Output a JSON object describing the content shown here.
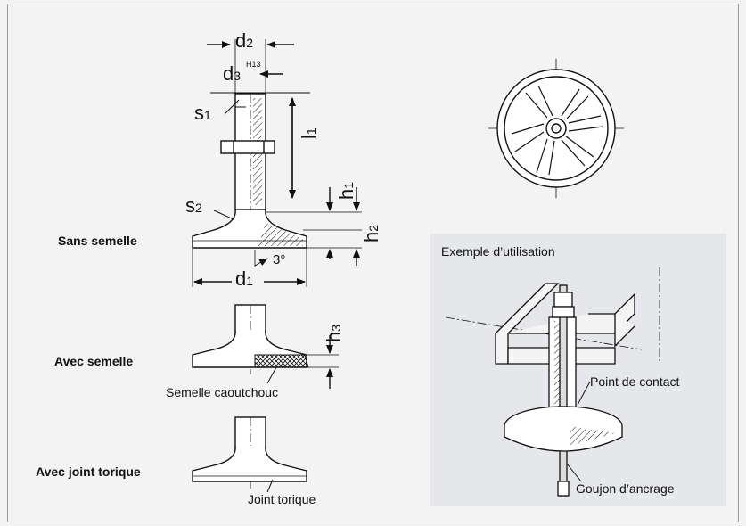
{
  "labels": {
    "sans_semelle": "Sans semelle",
    "avec_semelle": "Avec semelle",
    "avec_joint": "Avec joint torique",
    "semelle_caoutchouc": "Semelle caoutchouc",
    "joint_torique": "Joint torique",
    "exemple": "Exemple d’utilisation",
    "point_contact": "Point de contact",
    "goujon": "Goujon d’ancrage"
  },
  "dims": {
    "d": "d",
    "s": "s",
    "l": "l",
    "h": "h",
    "sub1": "1",
    "sub2": "2",
    "sub3": "3",
    "tol": "H13",
    "angle": "3°"
  },
  "colors": {
    "background": "#f3f3f3",
    "panel": "#e5e7ea",
    "line": "#111111"
  }
}
